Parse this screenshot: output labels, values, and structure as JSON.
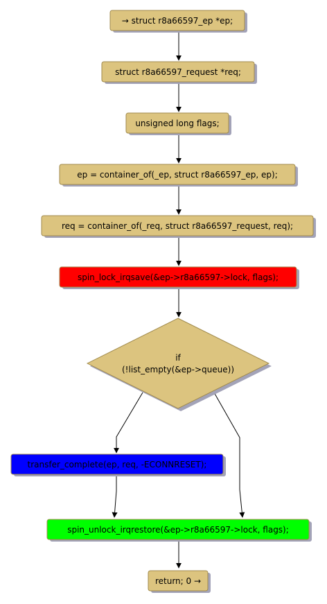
{
  "diagram": {
    "nodes": [
      {
        "id": "n1",
        "text": "→ struct r8a66597_ep *ep;",
        "color": "#dcc47f"
      },
      {
        "id": "n2",
        "text": "struct r8a66597_request *req;",
        "color": "#dcc47f"
      },
      {
        "id": "n3",
        "text": "unsigned long flags;",
        "color": "#dcc47f"
      },
      {
        "id": "n4",
        "text": "ep = container_of(_ep, struct r8a66597_ep, ep);",
        "color": "#dcc47f"
      },
      {
        "id": "n5",
        "text": "req = container_of(_req, struct r8a66597_request, req);",
        "color": "#dcc47f"
      },
      {
        "id": "n6",
        "text": "spin_lock_irqsave(&ep->r8a66597->lock, flags);",
        "color": "#ff0000"
      },
      {
        "id": "d1",
        "text_line1": "if",
        "text_line2": "(!list_empty(&ep->queue))",
        "color": "#dcc47f"
      },
      {
        "id": "n7",
        "text": "transfer_complete(ep, req, -ECONNRESET);",
        "color": "#0000ff"
      },
      {
        "id": "n8",
        "text": "spin_unlock_irqrestore(&ep->r8a66597->lock, flags);",
        "color": "#00ff00"
      },
      {
        "id": "n9",
        "text": "return; 0 →",
        "color": "#dcc47f"
      }
    ],
    "colors": {
      "box_border": "#a08a4c",
      "shadow": "#a3a3b8",
      "edge": "#000000"
    }
  }
}
